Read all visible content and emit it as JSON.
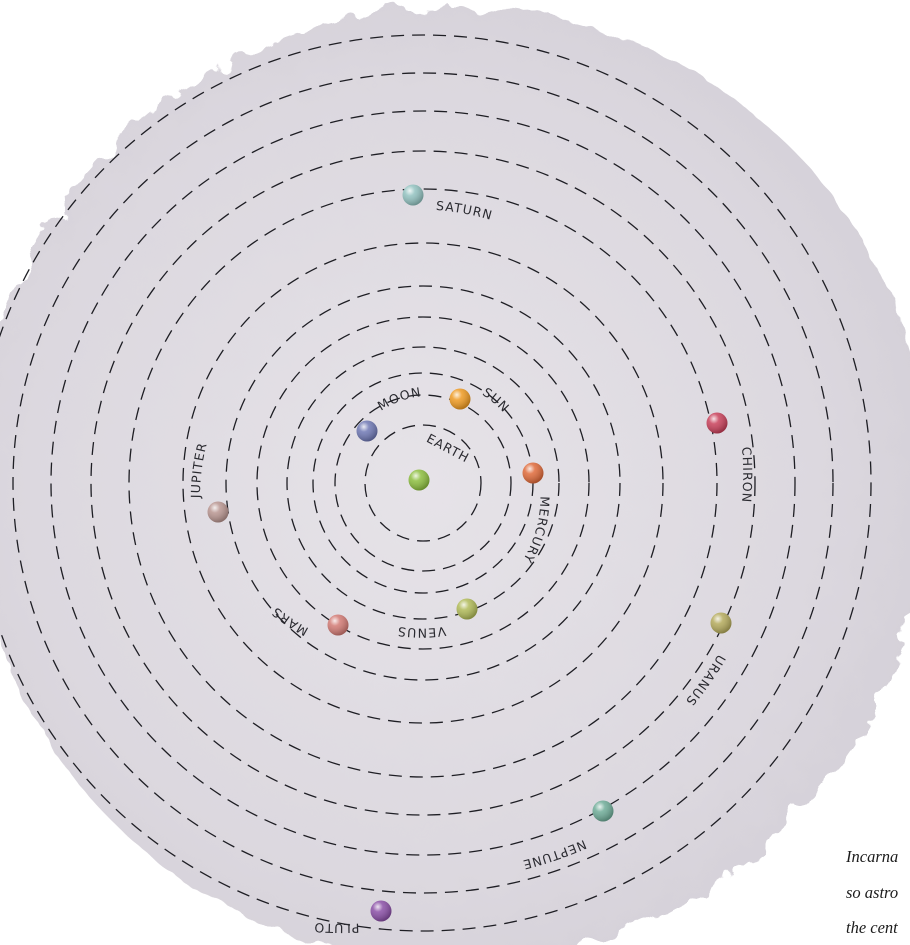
{
  "diagram": {
    "bodies": [
      {
        "id": "earth",
        "label": "EARTH",
        "color": "#8dbe3f"
      },
      {
        "id": "moon",
        "label": "MOON",
        "color": "#6f78b4"
      },
      {
        "id": "sun",
        "label": "SUN",
        "color": "#ee9a22"
      },
      {
        "id": "mercury",
        "label": "MERCURY",
        "color": "#df6a3a"
      },
      {
        "id": "venus",
        "label": "VENUS",
        "color": "#b0ba58"
      },
      {
        "id": "mars",
        "label": "MARS",
        "color": "#d27a74"
      },
      {
        "id": "jupiter",
        "label": "JUPITER",
        "color": "#b89590"
      },
      {
        "id": "saturn",
        "label": "SATURN",
        "color": "#92c2c0"
      },
      {
        "id": "chiron",
        "label": "CHIRON",
        "color": "#c8405a"
      },
      {
        "id": "uranus",
        "label": "URANUS",
        "color": "#b4aa5c"
      },
      {
        "id": "neptune",
        "label": "NEPTUNE",
        "color": "#6fac98"
      },
      {
        "id": "pluto",
        "label": "PLUTO",
        "color": "#8a4fa6"
      }
    ],
    "background_color": "#d9d5dc"
  },
  "caption": {
    "line1": "Incarna",
    "line2": "so astro",
    "line3": "the cent"
  }
}
